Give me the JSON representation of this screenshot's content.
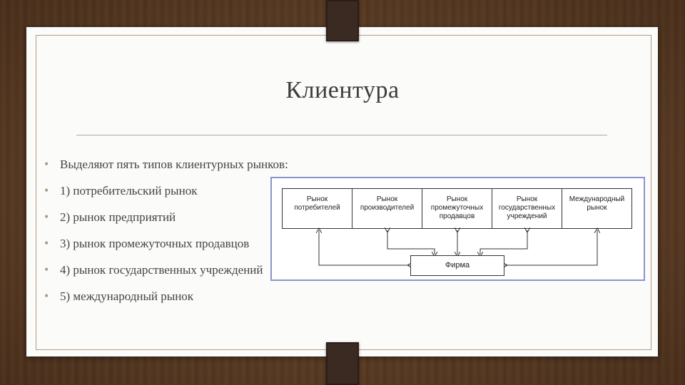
{
  "slide": {
    "title": "Клиентура",
    "bullets": [
      "Выделяют пять типов клиентурных рынков:",
      "1) потребительский рынок",
      "2) рынок предприятий",
      "3) рынок промежуточных продавцов",
      "4) рынок государственных учреждений",
      "5) международный рынок"
    ]
  },
  "diagram": {
    "markets": [
      {
        "line1": "Рынок",
        "line2": "потребителей",
        "line3": ""
      },
      {
        "line1": "Рынок",
        "line2": "производителей",
        "line3": ""
      },
      {
        "line1": "Рынок",
        "line2": "промежуточных",
        "line3": "продавцов"
      },
      {
        "line1": "Рынок",
        "line2": "государственных",
        "line3": "учреждений"
      },
      {
        "line1": "Международный",
        "line2": "рынок",
        "line3": ""
      }
    ],
    "firm": "Фирма",
    "frame_color": "#8c93cc"
  }
}
